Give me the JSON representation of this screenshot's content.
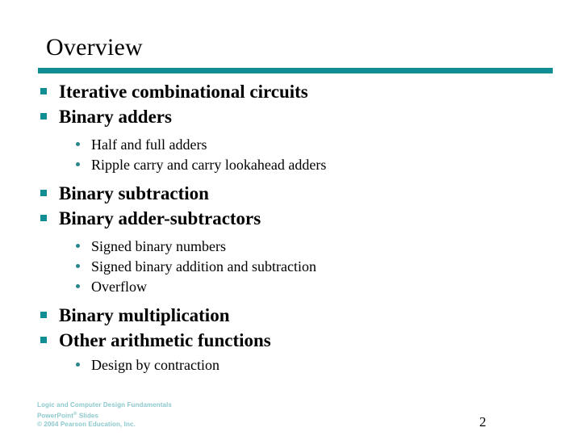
{
  "slide": {
    "title": "Overview",
    "accent_color": "#108E93",
    "bullet_square_color": "#108E93",
    "bullet_dot_color": "#27878C",
    "background_color": "#FFFFFF",
    "text_color": "#000000",
    "number": "2",
    "outline": [
      {
        "level": 1,
        "text": "Iterative combinational circuits"
      },
      {
        "level": 1,
        "text": "Binary adders"
      },
      {
        "level": 2,
        "text": "Half and full adders"
      },
      {
        "level": 2,
        "text": "Ripple carry and carry lookahead adders"
      },
      {
        "level": 1,
        "text": "Binary subtraction"
      },
      {
        "level": 1,
        "text": "Binary adder-subtractors"
      },
      {
        "level": 2,
        "text": "Signed binary numbers"
      },
      {
        "level": 2,
        "text": "Signed binary addition and subtraction"
      },
      {
        "level": 2,
        "text": "Overflow"
      },
      {
        "level": 1,
        "text": "Binary multiplication"
      },
      {
        "level": 1,
        "text": "Other arithmetic functions"
      },
      {
        "level": 2,
        "text": "Design by contraction"
      }
    ]
  },
  "footer": {
    "line1": "Logic and Computer Design Fundamentals",
    "line2_main": "PowerPoint",
    "line2_sup": "®",
    "line2_tail": " Slides",
    "line3": "© 2004 Pearson Education, Inc.",
    "color": "#8CC8CD"
  }
}
